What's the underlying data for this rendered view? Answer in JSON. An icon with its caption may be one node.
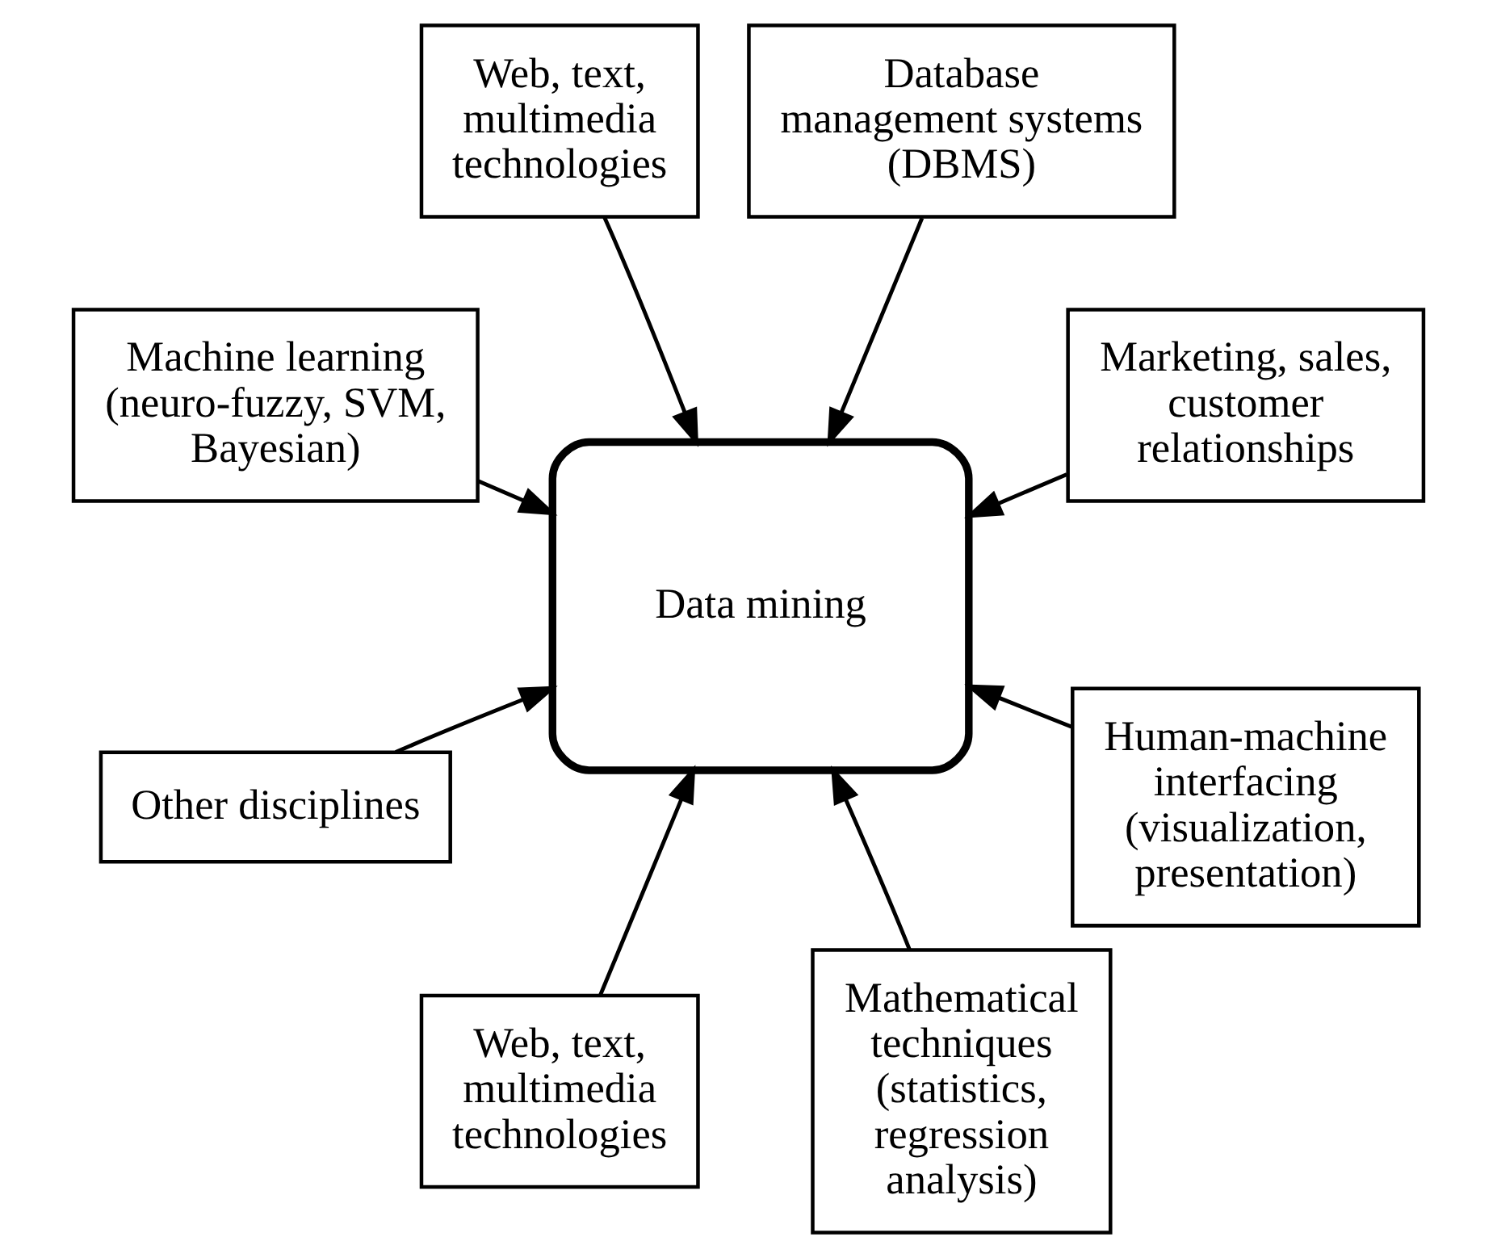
{
  "diagram": {
    "nodes": [
      {
        "text": [
          "Marketing, sales, customer relationships"
        ]
      },
      {
        "text": [
          "Database management systems (DBMS)"
        ]
      },
      {
        "text": [
          "Web, text, multimedia technologies"
        ]
      },
      {
        "text": [
          "Machine learning (neuro-fuzzy, SVM, Bayesian)"
        ]
      },
      {
        "text": [
          "Data mining"
        ]
      },
      {
        "text": [
          "Other disciplines"
        ]
      },
      {
        "text": [
          "Web, text, multimedia technologies"
        ]
      },
      {
        "text": [
          "Mathematical techniques (statistics, regression analysis)"
        ]
      },
      {
        "text": [
          "Human-machine interfacing (visualization, presentation)"
        ]
      }
    ],
    "edges": [
      {
        "from": 0,
        "to": 4,
        "arrow": "to"
      },
      {
        "from": 1,
        "to": 4,
        "arrow": "to"
      },
      {
        "from": 2,
        "to": 4,
        "arrow": "to"
      },
      {
        "from": 3,
        "to": 4,
        "arrow": "to"
      },
      {
        "from": 5,
        "to": 4,
        "arrow": "to"
      },
      {
        "from": 6,
        "to": 4,
        "arrow": "to"
      },
      {
        "from": 7,
        "to": 4,
        "arrow": "to"
      },
      {
        "from": 8,
        "to": 4,
        "arrow": "to"
      }
    ]
  }
}
